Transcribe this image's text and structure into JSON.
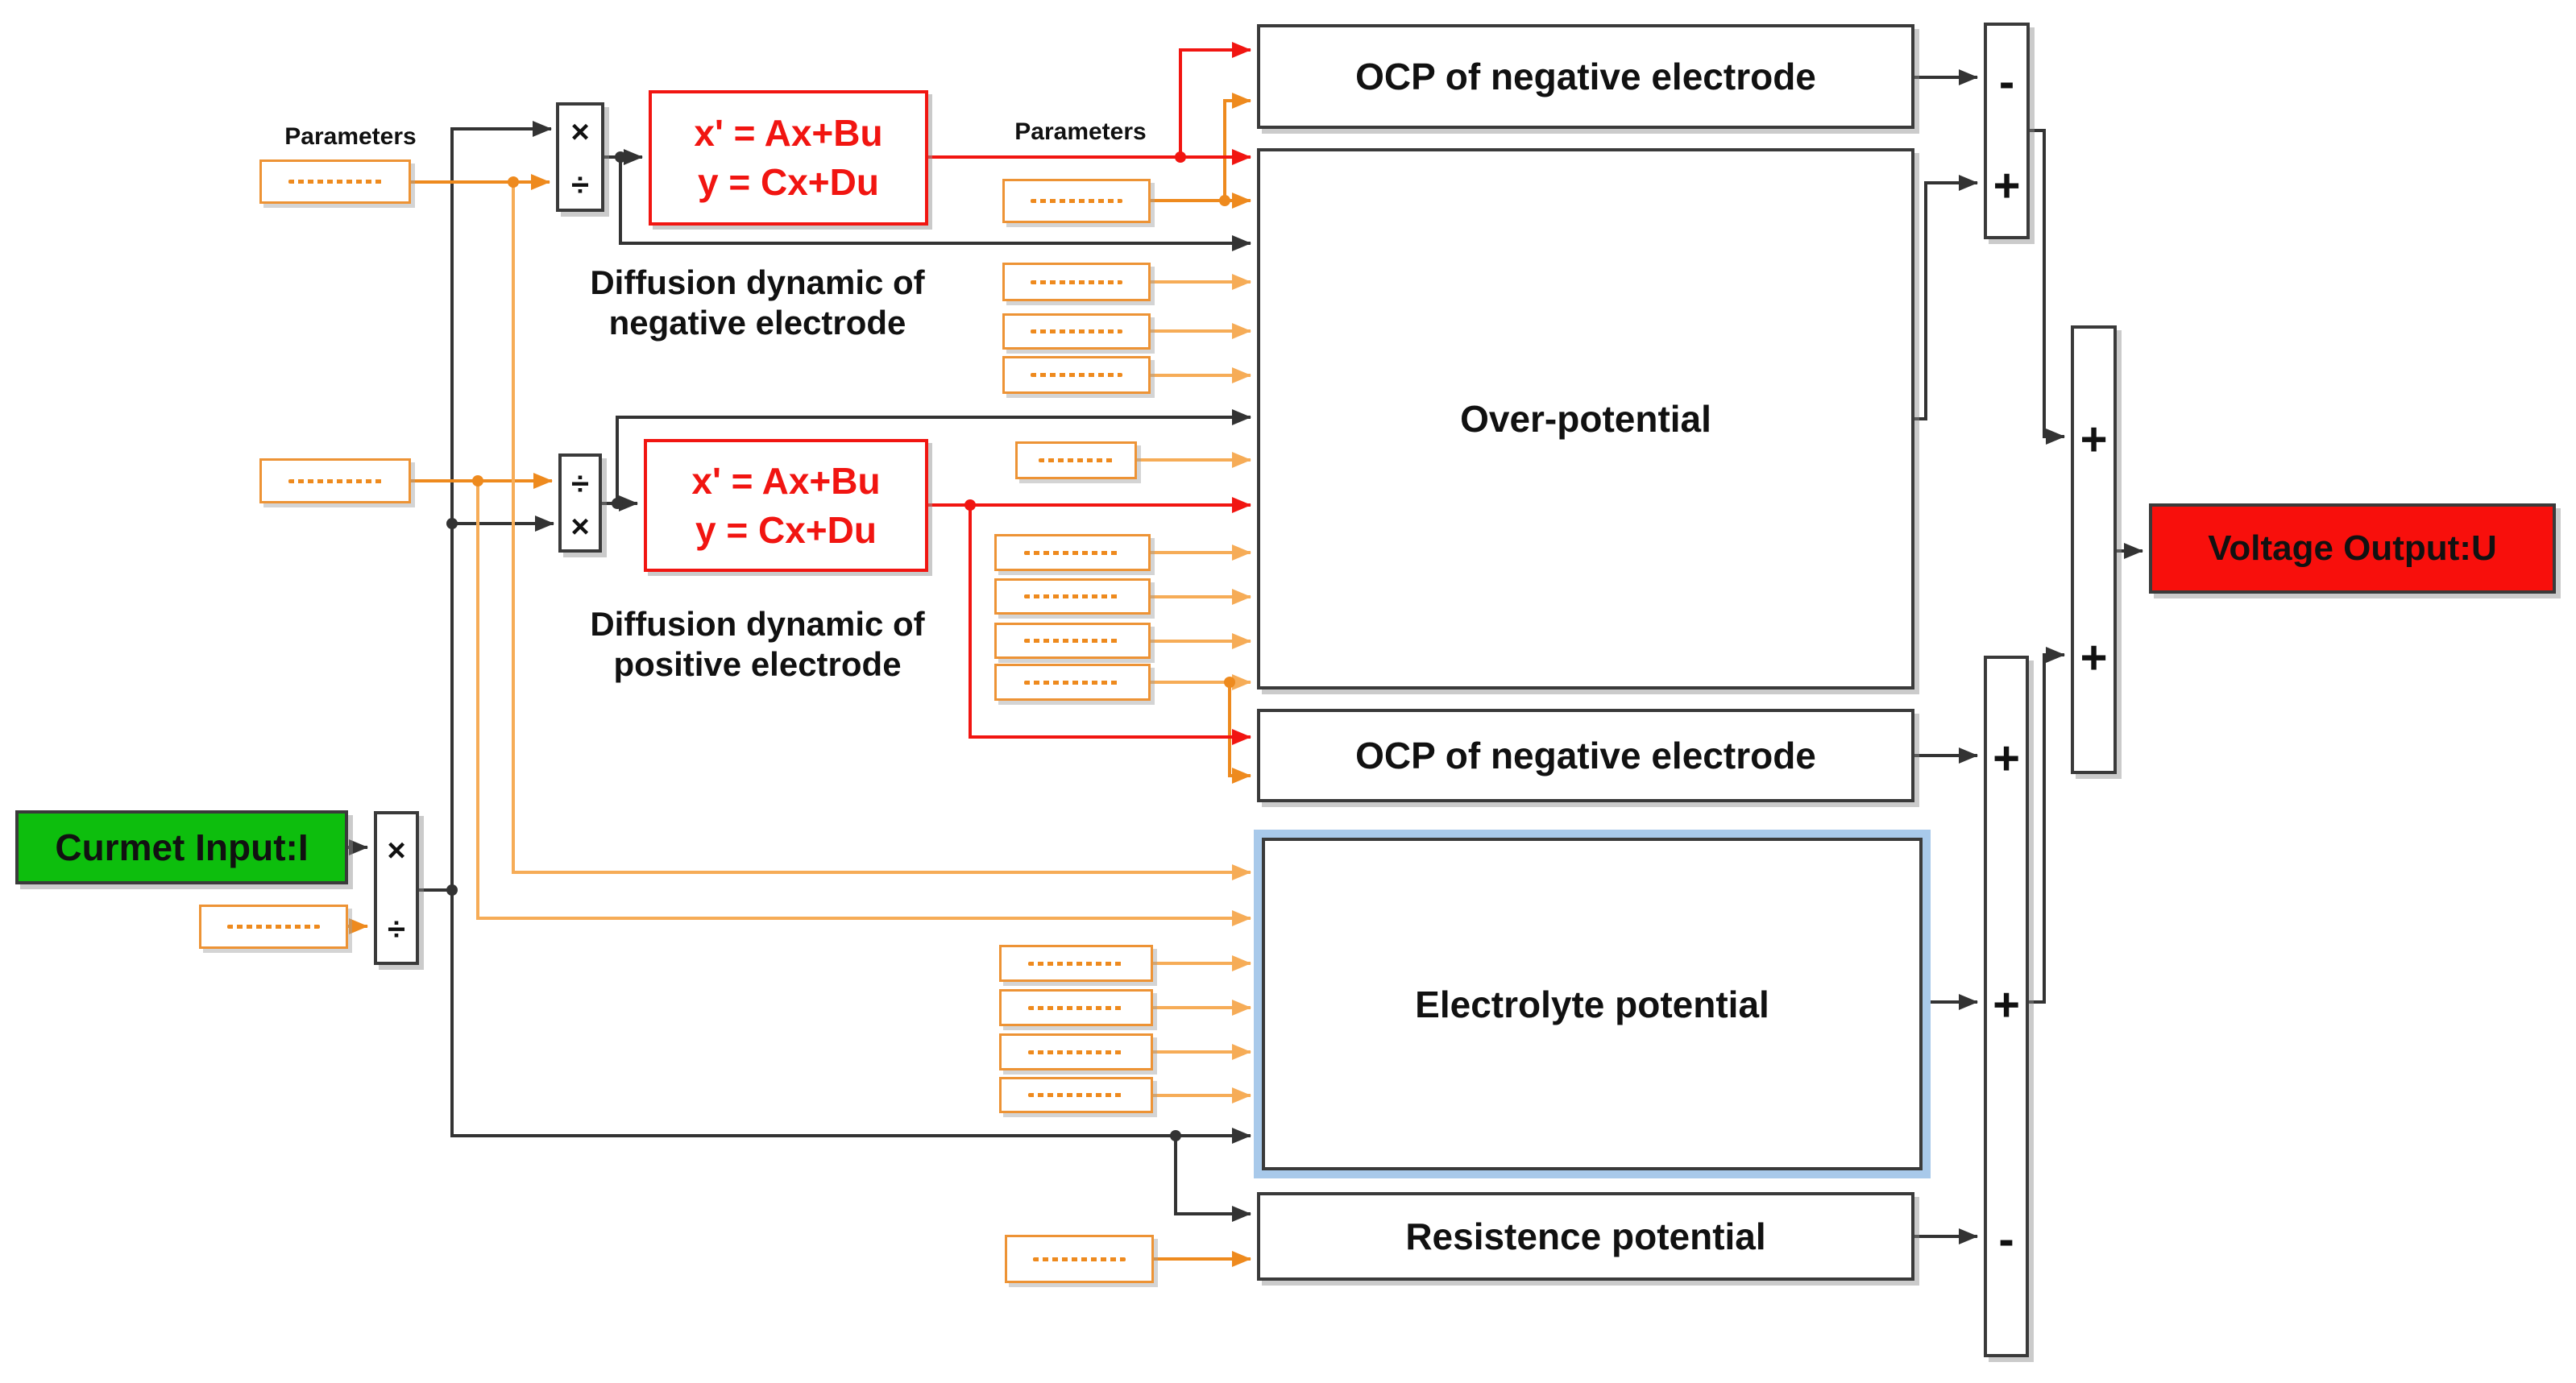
{
  "labels": {
    "parameters_left": "Parameters",
    "parameters_middle": "Parameters",
    "diffusion_negative": {
      "line1": "Diffusion dynamic of",
      "line2": "negative electrode"
    },
    "diffusion_positive": {
      "line1": "Diffusion dynamic of",
      "line2": "positive electrode"
    }
  },
  "blocks": {
    "current_input": "Curmet Input:I",
    "state_space_negative": {
      "line1": "x' = Ax+Bu",
      "line2": "y = Cx+Du"
    },
    "state_space_positive": {
      "line1": "x' = Ax+Bu",
      "line2": "y = Cx+Du"
    },
    "ocp_negative_top": "OCP of negative electrode",
    "over_potential": "Over-potential",
    "ocp_negative_bottom": "OCP of negative electrode",
    "electrolyte_potential": "Electrolyte potential",
    "resistence_potential": "Resistence potential",
    "voltage_output": "Voltage Output:U"
  },
  "operators": {
    "product_negative": [
      "×",
      "÷"
    ],
    "product_positive": [
      "÷",
      "×"
    ],
    "product_current": [
      "×",
      "÷"
    ],
    "sum_top_right": [
      "-",
      "+"
    ],
    "sum_final": [
      "+",
      "+"
    ],
    "sum_bottom_right": [
      "+",
      "+",
      "-"
    ]
  },
  "colors": {
    "input_green": "#0dbe0d",
    "output_red": "#f80f0c",
    "state_space_red": "#f11511",
    "wire_red": "#f11511",
    "param_orange": "#ee8a1e",
    "param_orange_light": "#f6ac57",
    "param_box_border": "#ed9335",
    "electrolyte_blue": "#a8c9ea",
    "wire_black": "#333333"
  }
}
